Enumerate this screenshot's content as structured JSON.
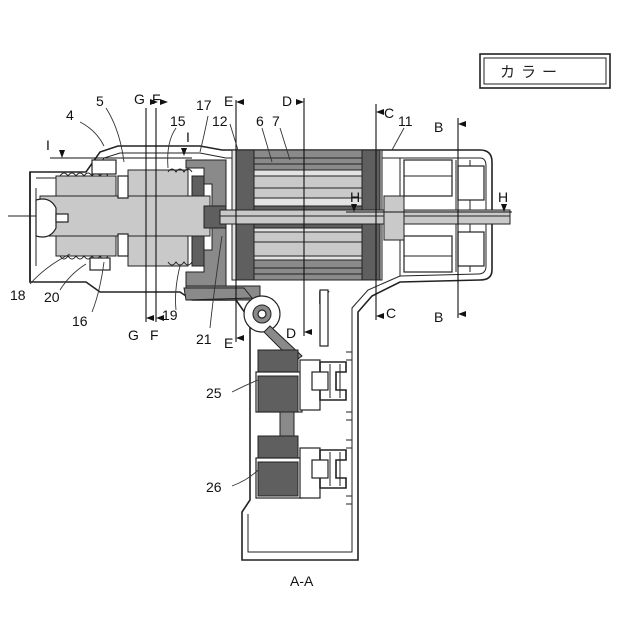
{
  "badge": {
    "text": "カラー"
  },
  "title": "A-A",
  "part_labels": {
    "p4": "4",
    "p5": "5",
    "p6": "6",
    "p7": "7",
    "p11": "11",
    "p12": "12",
    "p15": "15",
    "p16": "16",
    "p17": "17",
    "p18": "18",
    "p19": "19",
    "p20": "20",
    "p21": "21",
    "p25": "25",
    "p26": "26"
  },
  "section_labels": {
    "I_top_left": "I",
    "I_top_right": "I",
    "G_top": "G",
    "F_top": "F",
    "E_top": "E",
    "D_top": "D",
    "C_top": "C",
    "B_top": "B",
    "H_left": "H",
    "H_right": "H",
    "G_bottom": "G",
    "F_bottom": "F",
    "E_bottom": "E",
    "D_bottom": "D",
    "C_bottom": "C",
    "B_bottom": "B"
  },
  "colors": {
    "line": "#222222",
    "dark_fill": "#5f5f5f",
    "mid_fill": "#8a8a8a",
    "light_fill": "#c9c9c9",
    "pale_fill": "#e3e3e3"
  }
}
